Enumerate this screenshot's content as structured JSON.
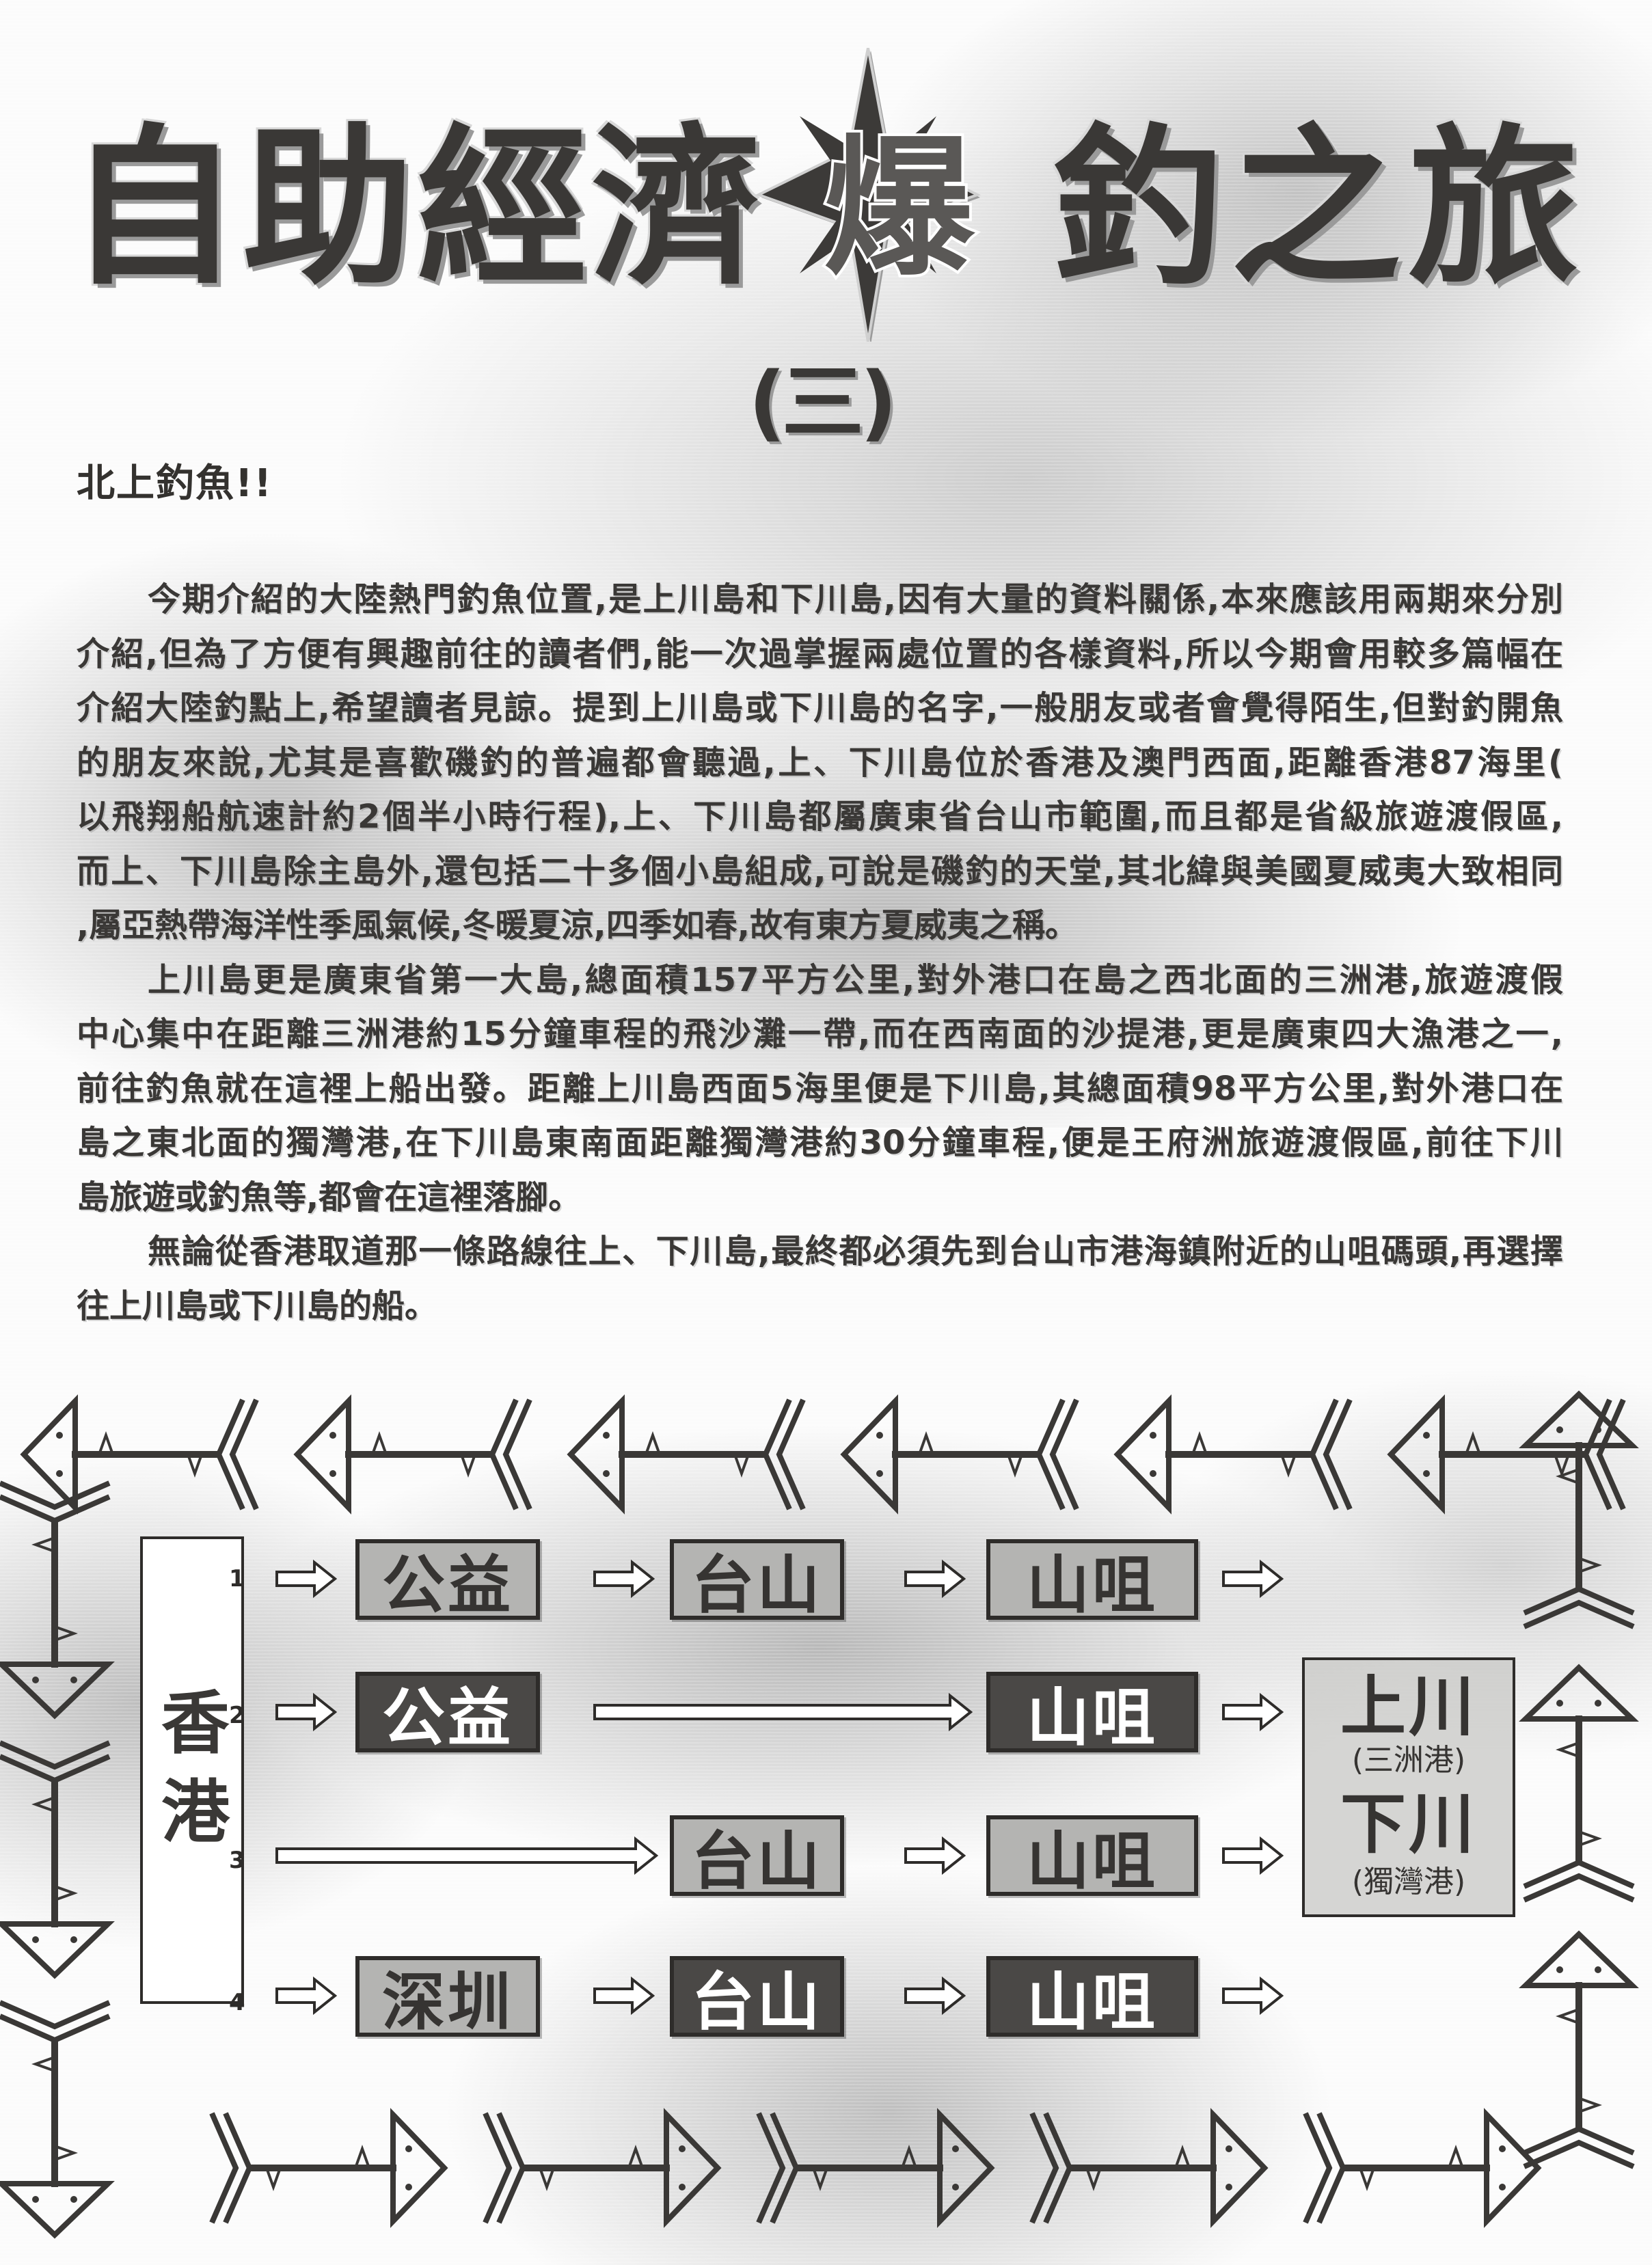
{
  "title": {
    "left": [
      "自",
      "助",
      "經",
      "濟"
    ],
    "starburst_char": "爆",
    "right": [
      "釣",
      "之",
      "旅"
    ],
    "subtitle": "(三)"
  },
  "heading": "北上釣魚!!",
  "body": {
    "lines": [
      "今期介紹的大陸熱門釣魚位置,是上川島和下川島,因有大量的資料關係,本來應該用兩期來分別",
      "介紹,但為了方便有興趣前往的讀者們,能一次過掌握兩處位置的各樣資料,所以今期會用較多篇幅在",
      "介紹大陸釣點上,希望讀者見諒。提到上川島或下川島的名字,一般朋友或者會覺得陌生,但對釣開魚",
      "的朋友來說,尤其是喜歡磯釣的普遍都會聽過,上、下川島位於香港及澳門西面,距離香港87海里(",
      "以飛翔船航速計約2個半小時行程),上、下川島都屬廣東省台山市範圍,而且都是省級旅遊渡假區,",
      "而上、下川島除主島外,還包括二十多個小島組成,可說是磯釣的天堂,其北緯與美國夏威夷大致相同",
      ",屬亞熱帶海洋性季風氣候,冬暖夏涼,四季如春,故有東方夏威夷之稱。",
      "上川島更是廣東省第一大島,總面積157平方公里,對外港口在島之西北面的三洲港,旅遊渡假",
      "中心集中在距離三洲港約15分鐘車程的飛沙灘一帶,而在西南面的沙提港,更是廣東四大漁港之一,",
      "前往釣魚就在這裡上船出發。距離上川島西面5海里便是下川島,其總面積98平方公里,對外港口在",
      "島之東北面的獨灣港,在下川島東南面距離獨灣港約30分鐘車程,便是王府洲旅遊渡假區,前往下川",
      "島旅遊或釣魚等,都會在這裡落腳。",
      "無論從香港取道那一條路線往上、下川島,最終都必須先到台山市港海鎮附近的山咀碼頭,再選擇",
      "往上川島或下川島的船。"
    ]
  },
  "diagram": {
    "origin": [
      "香",
      "港"
    ],
    "routes": [
      {
        "number": "1",
        "stops": [
          {
            "label": "公益",
            "style": "light"
          },
          {
            "label": "台山",
            "style": "light"
          },
          {
            "label": "山咀",
            "style": "light"
          }
        ]
      },
      {
        "number": "2",
        "stops": [
          {
            "label": "公益",
            "style": "dark"
          },
          {
            "label": "山咀",
            "style": "dark"
          }
        ]
      },
      {
        "number": "3",
        "stops": [
          {
            "label": "台山",
            "style": "light"
          },
          {
            "label": "山咀",
            "style": "light"
          }
        ]
      },
      {
        "number": "4",
        "stops": [
          {
            "label": "深圳",
            "style": "light"
          },
          {
            "label": "台山",
            "style": "dark"
          },
          {
            "label": "山咀",
            "style": "dark"
          }
        ]
      }
    ],
    "destinations": [
      {
        "name": "上川",
        "port": "(三洲港)"
      },
      {
        "name": "下川",
        "port": "(獨灣港)"
      }
    ],
    "decoration": "fish-arrow-border"
  },
  "colors": {
    "ink": "#2e2c2a",
    "box_light": "#b4b4b2",
    "box_dark": "#4a4846",
    "paper": "#fbfbfb"
  }
}
